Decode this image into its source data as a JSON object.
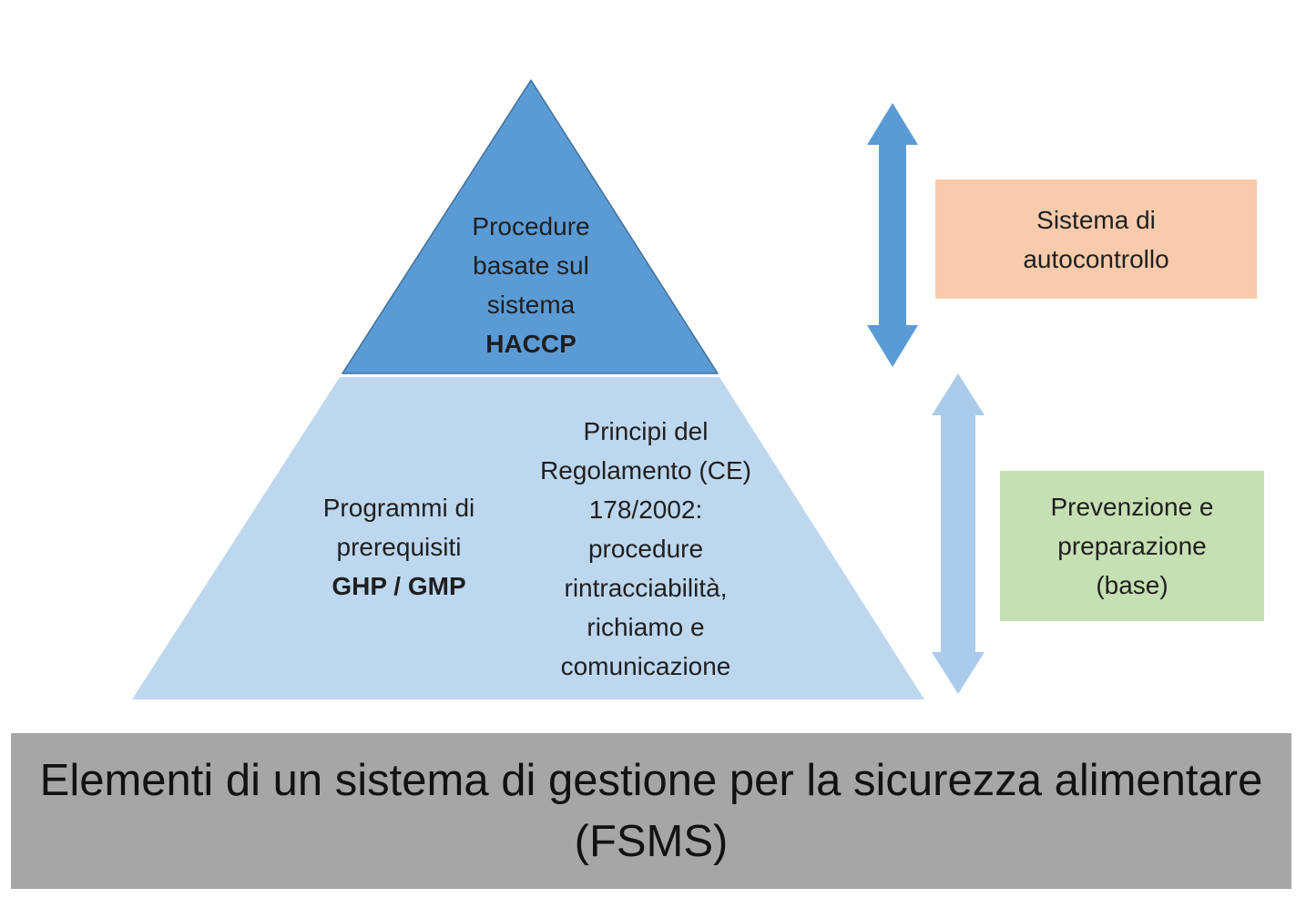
{
  "colors": {
    "top_triangle_fill": "#5B9BD5",
    "top_triangle_stroke": "#41719C",
    "trapezoid_fill": "#BDD7EE",
    "dark_arrow": "#5B9BD5",
    "light_arrow": "#ABCBEB",
    "autocontrollo_box": "#F8CBAD",
    "prevenzione_box": "#C6E0B4",
    "banner_bg": "#A6A6A6"
  },
  "pyramid": {
    "top": {
      "lines": [
        "Procedure",
        "basate sul",
        "sistema",
        "HACCP"
      ]
    },
    "bottom_left": {
      "lines": [
        "Programmi di",
        "prerequisiti",
        "GHP / GMP"
      ]
    },
    "bottom_right": {
      "lines": [
        "Principi del",
        "Regolamento (CE)",
        "178/2002:",
        "procedure",
        "rintracciabilità,",
        "richiamo e",
        "comunicazione"
      ]
    }
  },
  "side_labels": {
    "autocontrollo": {
      "lines": [
        "Sistema di",
        "autocontrollo"
      ]
    },
    "prevenzione": {
      "lines": [
        "Prevenzione e",
        "preparazione",
        "(base)"
      ]
    }
  },
  "banner": {
    "lines": [
      "Elementi di un sistema di gestione per la sicurezza alimentare",
      "(FSMS)"
    ]
  }
}
